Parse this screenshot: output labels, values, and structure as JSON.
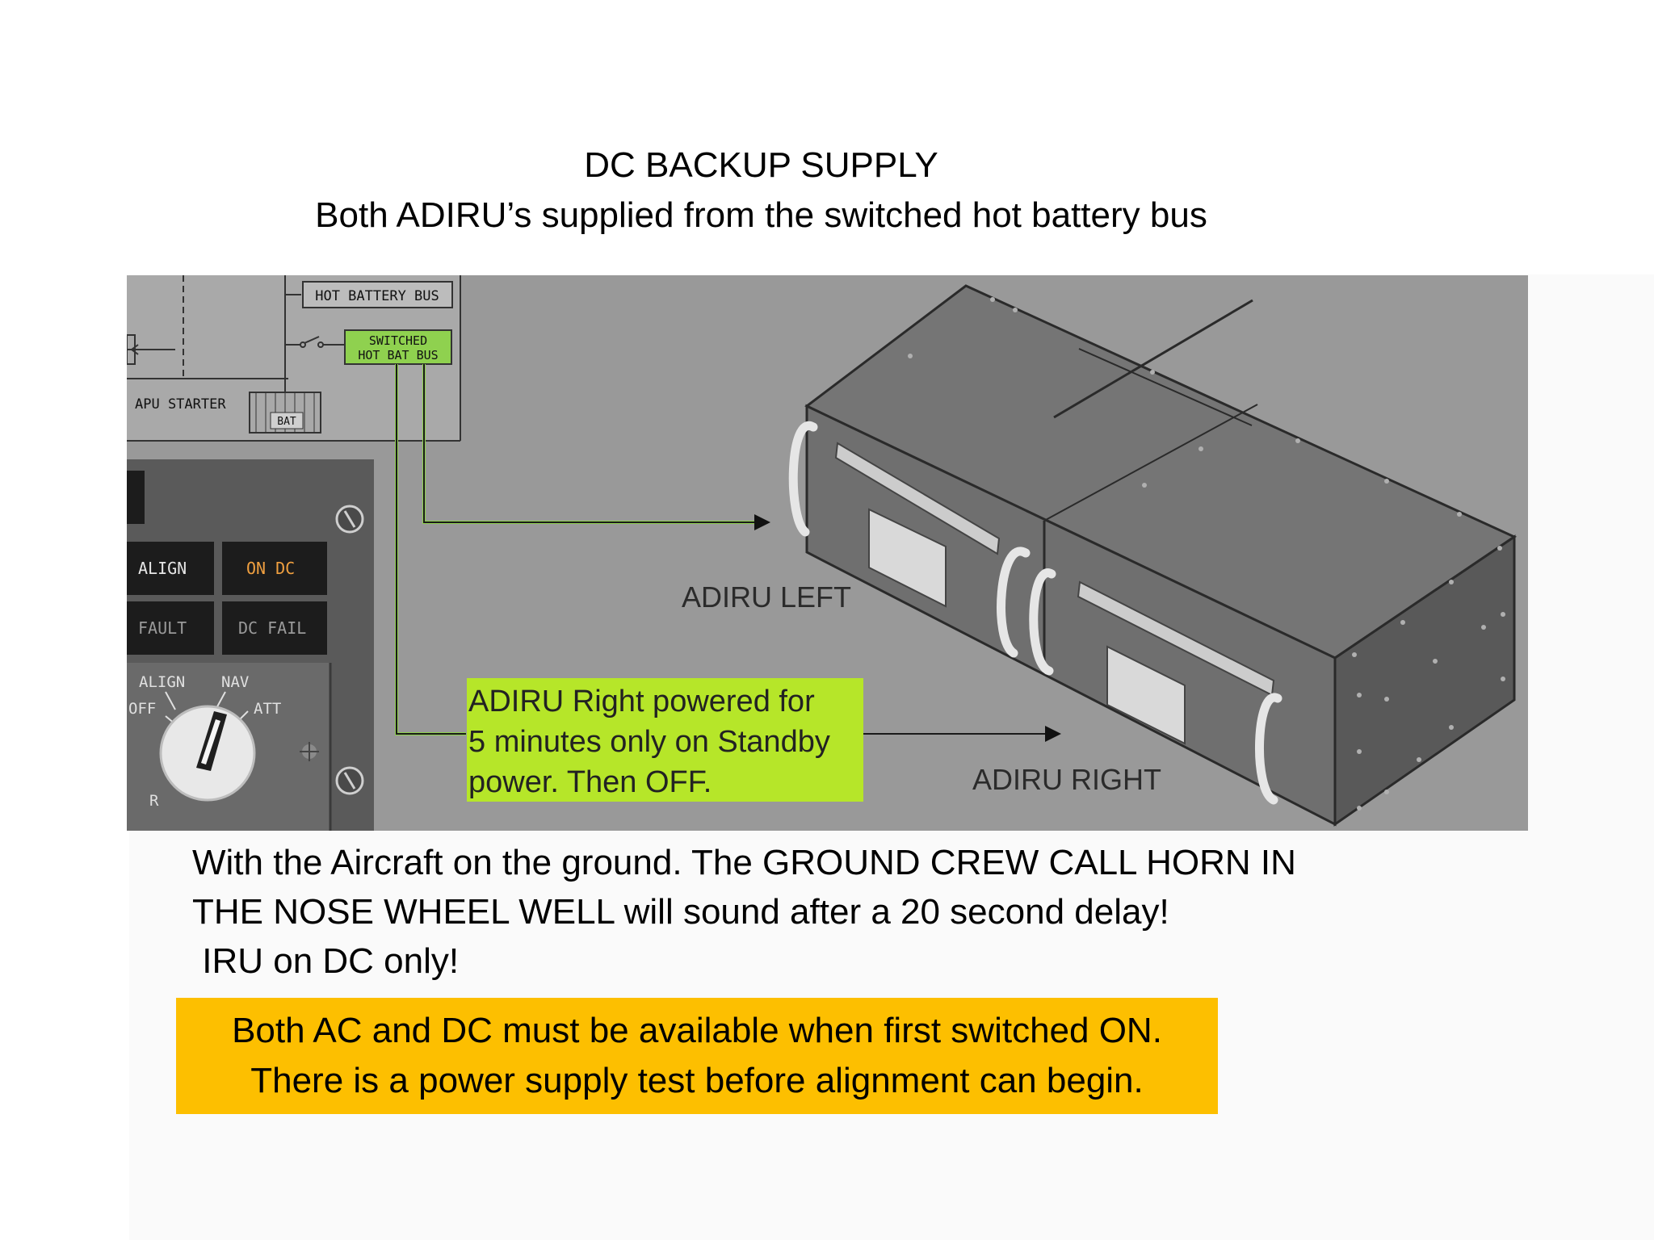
{
  "slide": {
    "title": "DC BACKUP SUPPLY",
    "subtitle": "Both ADIRU’s supplied from the switched hot battery bus"
  },
  "diagram": {
    "schematic": {
      "hot_battery_bus": "HOT BATTERY BUS",
      "switched_line1": "SWITCHED",
      "switched_line2": "HOT BAT BUS",
      "apu_starter": "APU STARTER",
      "bat": "BAT"
    },
    "ir_panel": {
      "align": "ALIGN",
      "on_dc": "ON DC",
      "fault": "FAULT",
      "dc_fail": "DC FAIL",
      "mode_align": "ALIGN",
      "mode_nav": "NAV",
      "mode_off": "OFF",
      "mode_att": "ATT",
      "mode_r": "R"
    },
    "adiru_left_label": "ADIRU LEFT",
    "adiru_right_label": "ADIRU RIGHT",
    "note": {
      "line1": "ADIRU Right powered for",
      "line2": "5 minutes only on Standby",
      "line3": "power. Then OFF."
    },
    "colors": {
      "background": "#999999",
      "switched_bus": "#8fd14f",
      "note_bg": "#b6e629",
      "on_dc_text": "#f0a040"
    }
  },
  "body": {
    "line1": "With the Aircraft on the ground. The GROUND CREW CALL HORN IN",
    "line2": "THE NOSE WHEEL WELL will sound after a 20 second delay!",
    "line3": " IRU on DC only!"
  },
  "callout": {
    "line1": "Both AC and DC must be available when first switched ON.",
    "line2": "There is a power supply test before alignment can begin.",
    "color": "#fdbf00"
  }
}
